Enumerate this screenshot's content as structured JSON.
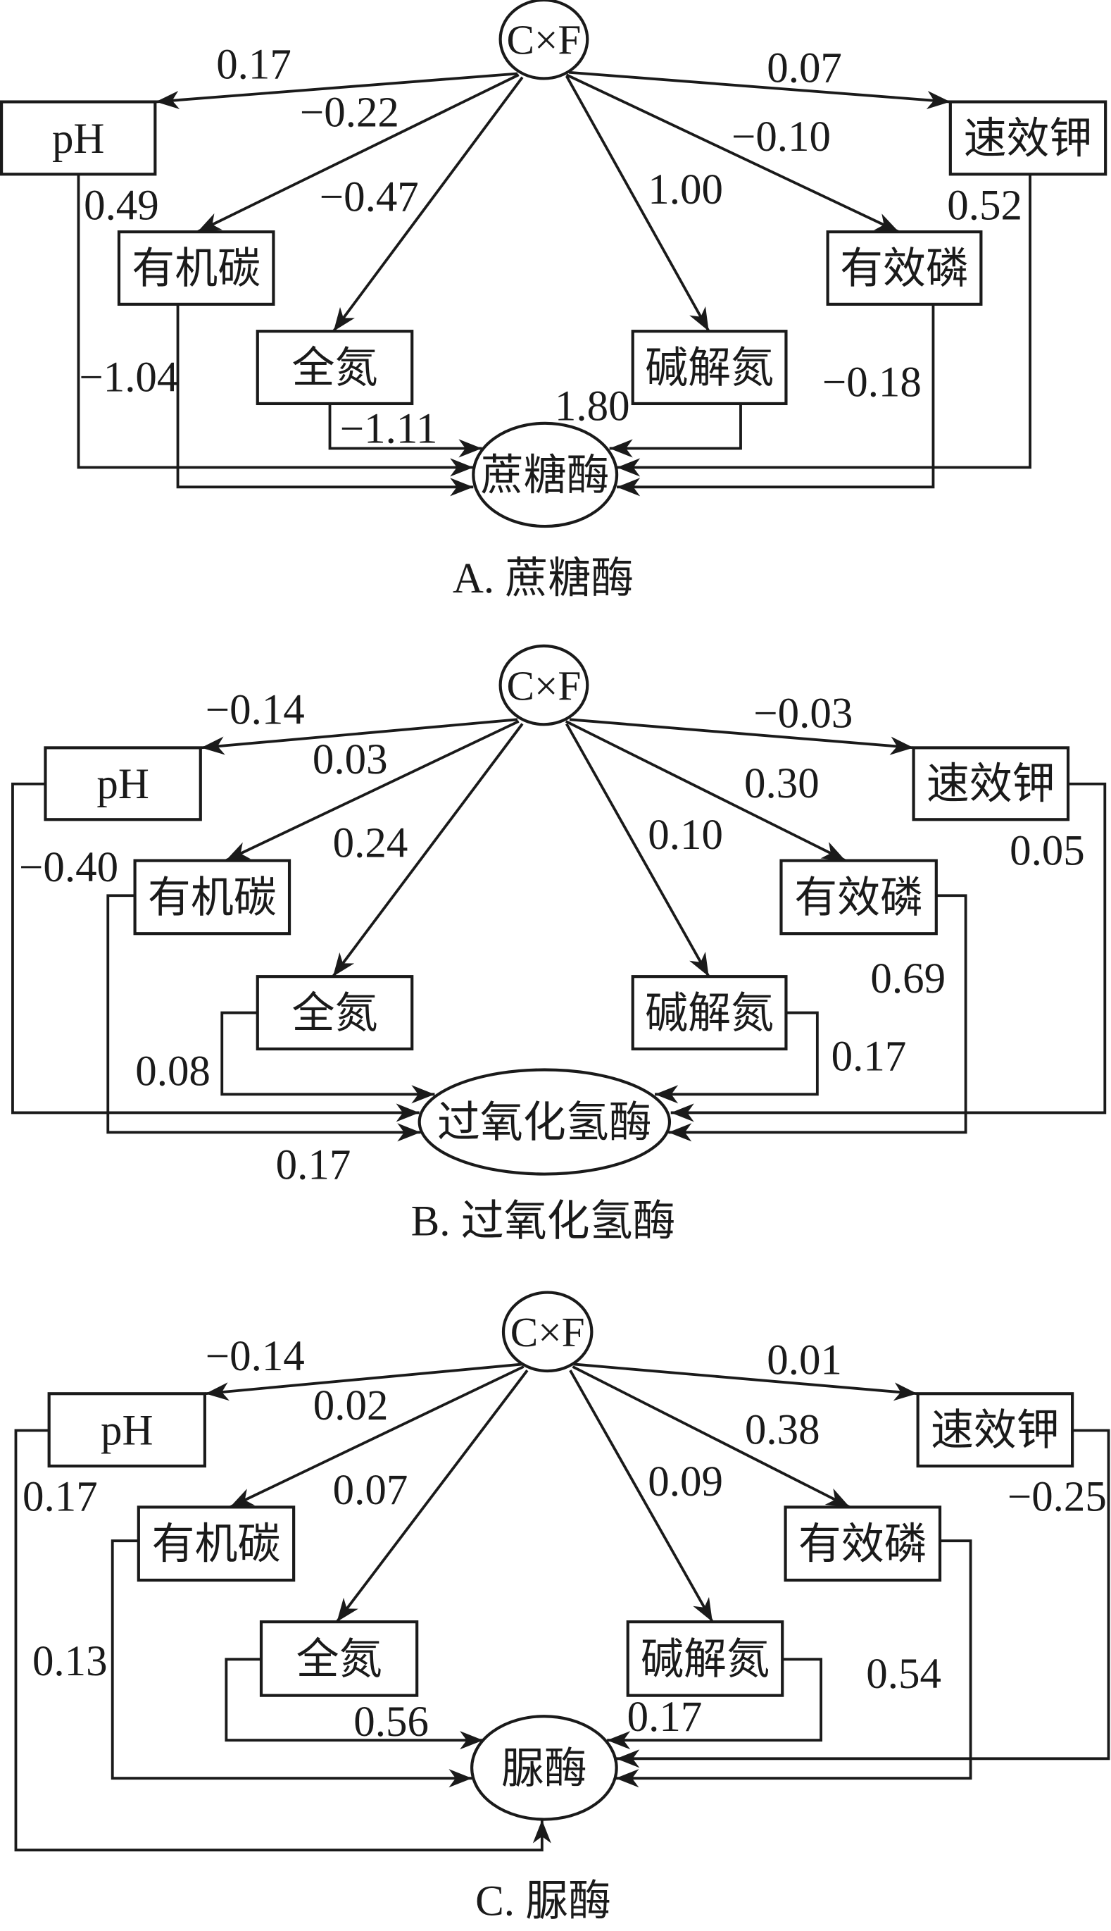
{
  "figure": {
    "panels": [
      {
        "id": "A",
        "caption": "A. 蔗糖酶",
        "source_node": "C×F",
        "target_node": "蔗糖酶",
        "factors": {
          "ph": "pH",
          "soc": "有机碳",
          "tn": "全氮",
          "an": "碱解氮",
          "ap": "有效磷",
          "ak": "速效钾"
        },
        "coef_source_to_factor": {
          "ph": "0.17",
          "soc": "−0.22",
          "tn": "−0.47",
          "an": "1.00",
          "ap": "−0.10",
          "ak": "0.07"
        },
        "coef_factor_to_target": {
          "ph": "0.49",
          "soc": "−1.04",
          "tn": "−1.11",
          "an": "1.80",
          "ap": "−0.18",
          "ak": "0.52"
        }
      },
      {
        "id": "B",
        "caption": "B. 过氧化氢酶",
        "source_node": "C×F",
        "target_node": "过氧化氢酶",
        "factors": {
          "ph": "pH",
          "soc": "有机碳",
          "tn": "全氮",
          "an": "碱解氮",
          "ap": "有效磷",
          "ak": "速效钾"
        },
        "coef_source_to_factor": {
          "ph": "−0.14",
          "soc": "0.03",
          "tn": "0.24",
          "an": "0.10",
          "ap": "0.30",
          "ak": "−0.03"
        },
        "coef_factor_to_target": {
          "ph": "−0.40",
          "soc": "0.17",
          "tn": "0.08",
          "an": "0.17",
          "ap": "0.69",
          "ak": "0.05"
        }
      },
      {
        "id": "C",
        "caption": "C. 脲酶",
        "source_node": "C×F",
        "target_node": "脲酶",
        "factors": {
          "ph": "pH",
          "soc": "有机碳",
          "tn": "全氮",
          "an": "碱解氮",
          "ap": "有效磷",
          "ak": "速效钾"
        },
        "coef_source_to_factor": {
          "ph": "−0.14",
          "soc": "0.02",
          "tn": "0.07",
          "an": "0.09",
          "ap": "0.38",
          "ak": "0.01"
        },
        "coef_factor_to_target": {
          "ph": "0.17",
          "soc": "0.13",
          "tn": "0.56",
          "an": "0.17",
          "ap": "0.54",
          "ak": "−0.25"
        }
      }
    ]
  }
}
